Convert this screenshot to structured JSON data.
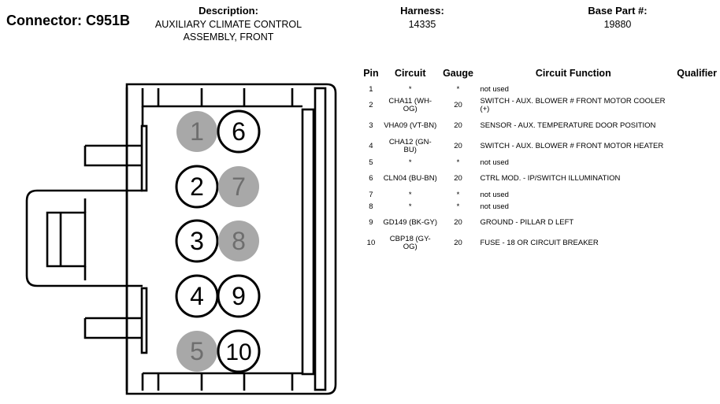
{
  "connector": {
    "label": "Connector: C951B"
  },
  "header": {
    "description_label": "Description:",
    "description_lines": [
      "AUXILIARY CLIMATE CONTROL",
      "ASSEMBLY, FRONT"
    ],
    "harness_label": "Harness:",
    "harness_value": "14335",
    "base_part_label": "Base Part #:",
    "base_part_value": "19880"
  },
  "pins_visual": [
    {
      "num": "1",
      "shaded": true
    },
    {
      "num": "2",
      "shaded": false
    },
    {
      "num": "3",
      "shaded": false
    },
    {
      "num": "4",
      "shaded": false
    },
    {
      "num": "5",
      "shaded": true
    },
    {
      "num": "6",
      "shaded": false
    },
    {
      "num": "7",
      "shaded": true
    },
    {
      "num": "8",
      "shaded": true
    },
    {
      "num": "9",
      "shaded": false
    },
    {
      "num": "10",
      "shaded": false
    }
  ],
  "table": {
    "headers": [
      "Pin",
      "Circuit",
      "Gauge",
      "Circuit Function",
      "Qualifier"
    ],
    "rows": [
      {
        "pin": "1",
        "circuit": "*",
        "gauge": "*",
        "function": "not used",
        "qualifier": ""
      },
      {
        "pin": "2",
        "circuit": "CHA11 (WH-OG)",
        "gauge": "20",
        "function": "SWITCH - AUX. BLOWER # FRONT MOTOR COOLER (+)",
        "qualifier": ""
      },
      {
        "pin": "3",
        "circuit": "VHA09 (VT-BN)",
        "gauge": "20",
        "function": "SENSOR - AUX. TEMPERATURE DOOR POSITION",
        "qualifier": ""
      },
      {
        "pin": "4",
        "circuit": "CHA12 (GN-BU)",
        "gauge": "20",
        "function": "SWITCH - AUX. BLOWER # FRONT MOTOR HEATER",
        "qualifier": ""
      },
      {
        "pin": "5",
        "circuit": "*",
        "gauge": "*",
        "function": "not used",
        "qualifier": ""
      },
      {
        "pin": "6",
        "circuit": "CLN04 (BU-BN)",
        "gauge": "20",
        "function": "CTRL MOD. - IP/SWITCH ILLUMINATION",
        "qualifier": ""
      },
      {
        "pin": "7",
        "circuit": "*",
        "gauge": "*",
        "function": "not used",
        "qualifier": ""
      },
      {
        "pin": "8",
        "circuit": "*",
        "gauge": "*",
        "function": "not used",
        "qualifier": ""
      },
      {
        "pin": "9",
        "circuit": "GD149 (BK-GY)",
        "gauge": "20",
        "function": "GROUND - PILLAR D LEFT",
        "qualifier": ""
      },
      {
        "pin": "10",
        "circuit": "CBP18 (GY-OG)",
        "gauge": "20",
        "function": "FUSE - 18 OR CIRCUIT BREAKER",
        "qualifier": ""
      }
    ]
  }
}
